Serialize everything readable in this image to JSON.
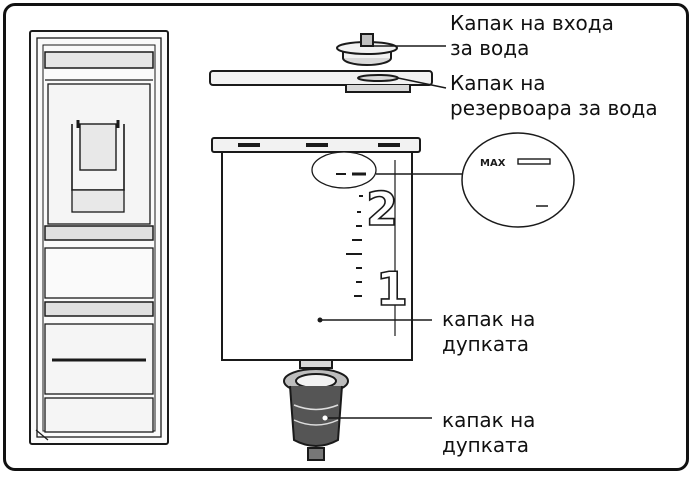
{
  "labels": {
    "inlet_cap_line1": "Капак на входа",
    "inlet_cap_line2": "за вода",
    "tank_lid_line1": "Капак на",
    "tank_lid_line2": "резервоара за вода",
    "hole_cap_a_line1": "капак на",
    "hole_cap_a_line2": "дупката",
    "hole_cap_b_line1": "капак на",
    "hole_cap_b_line2": "дупката"
  },
  "tank_markings": {
    "level_2": "2",
    "level_1": "1",
    "max_label": "MAX"
  },
  "colors": {
    "line": "#1a1a1a",
    "fill_light": "#f2f2f2",
    "fill_mid": "#d9d9d9",
    "fill_dark": "#444444"
  }
}
